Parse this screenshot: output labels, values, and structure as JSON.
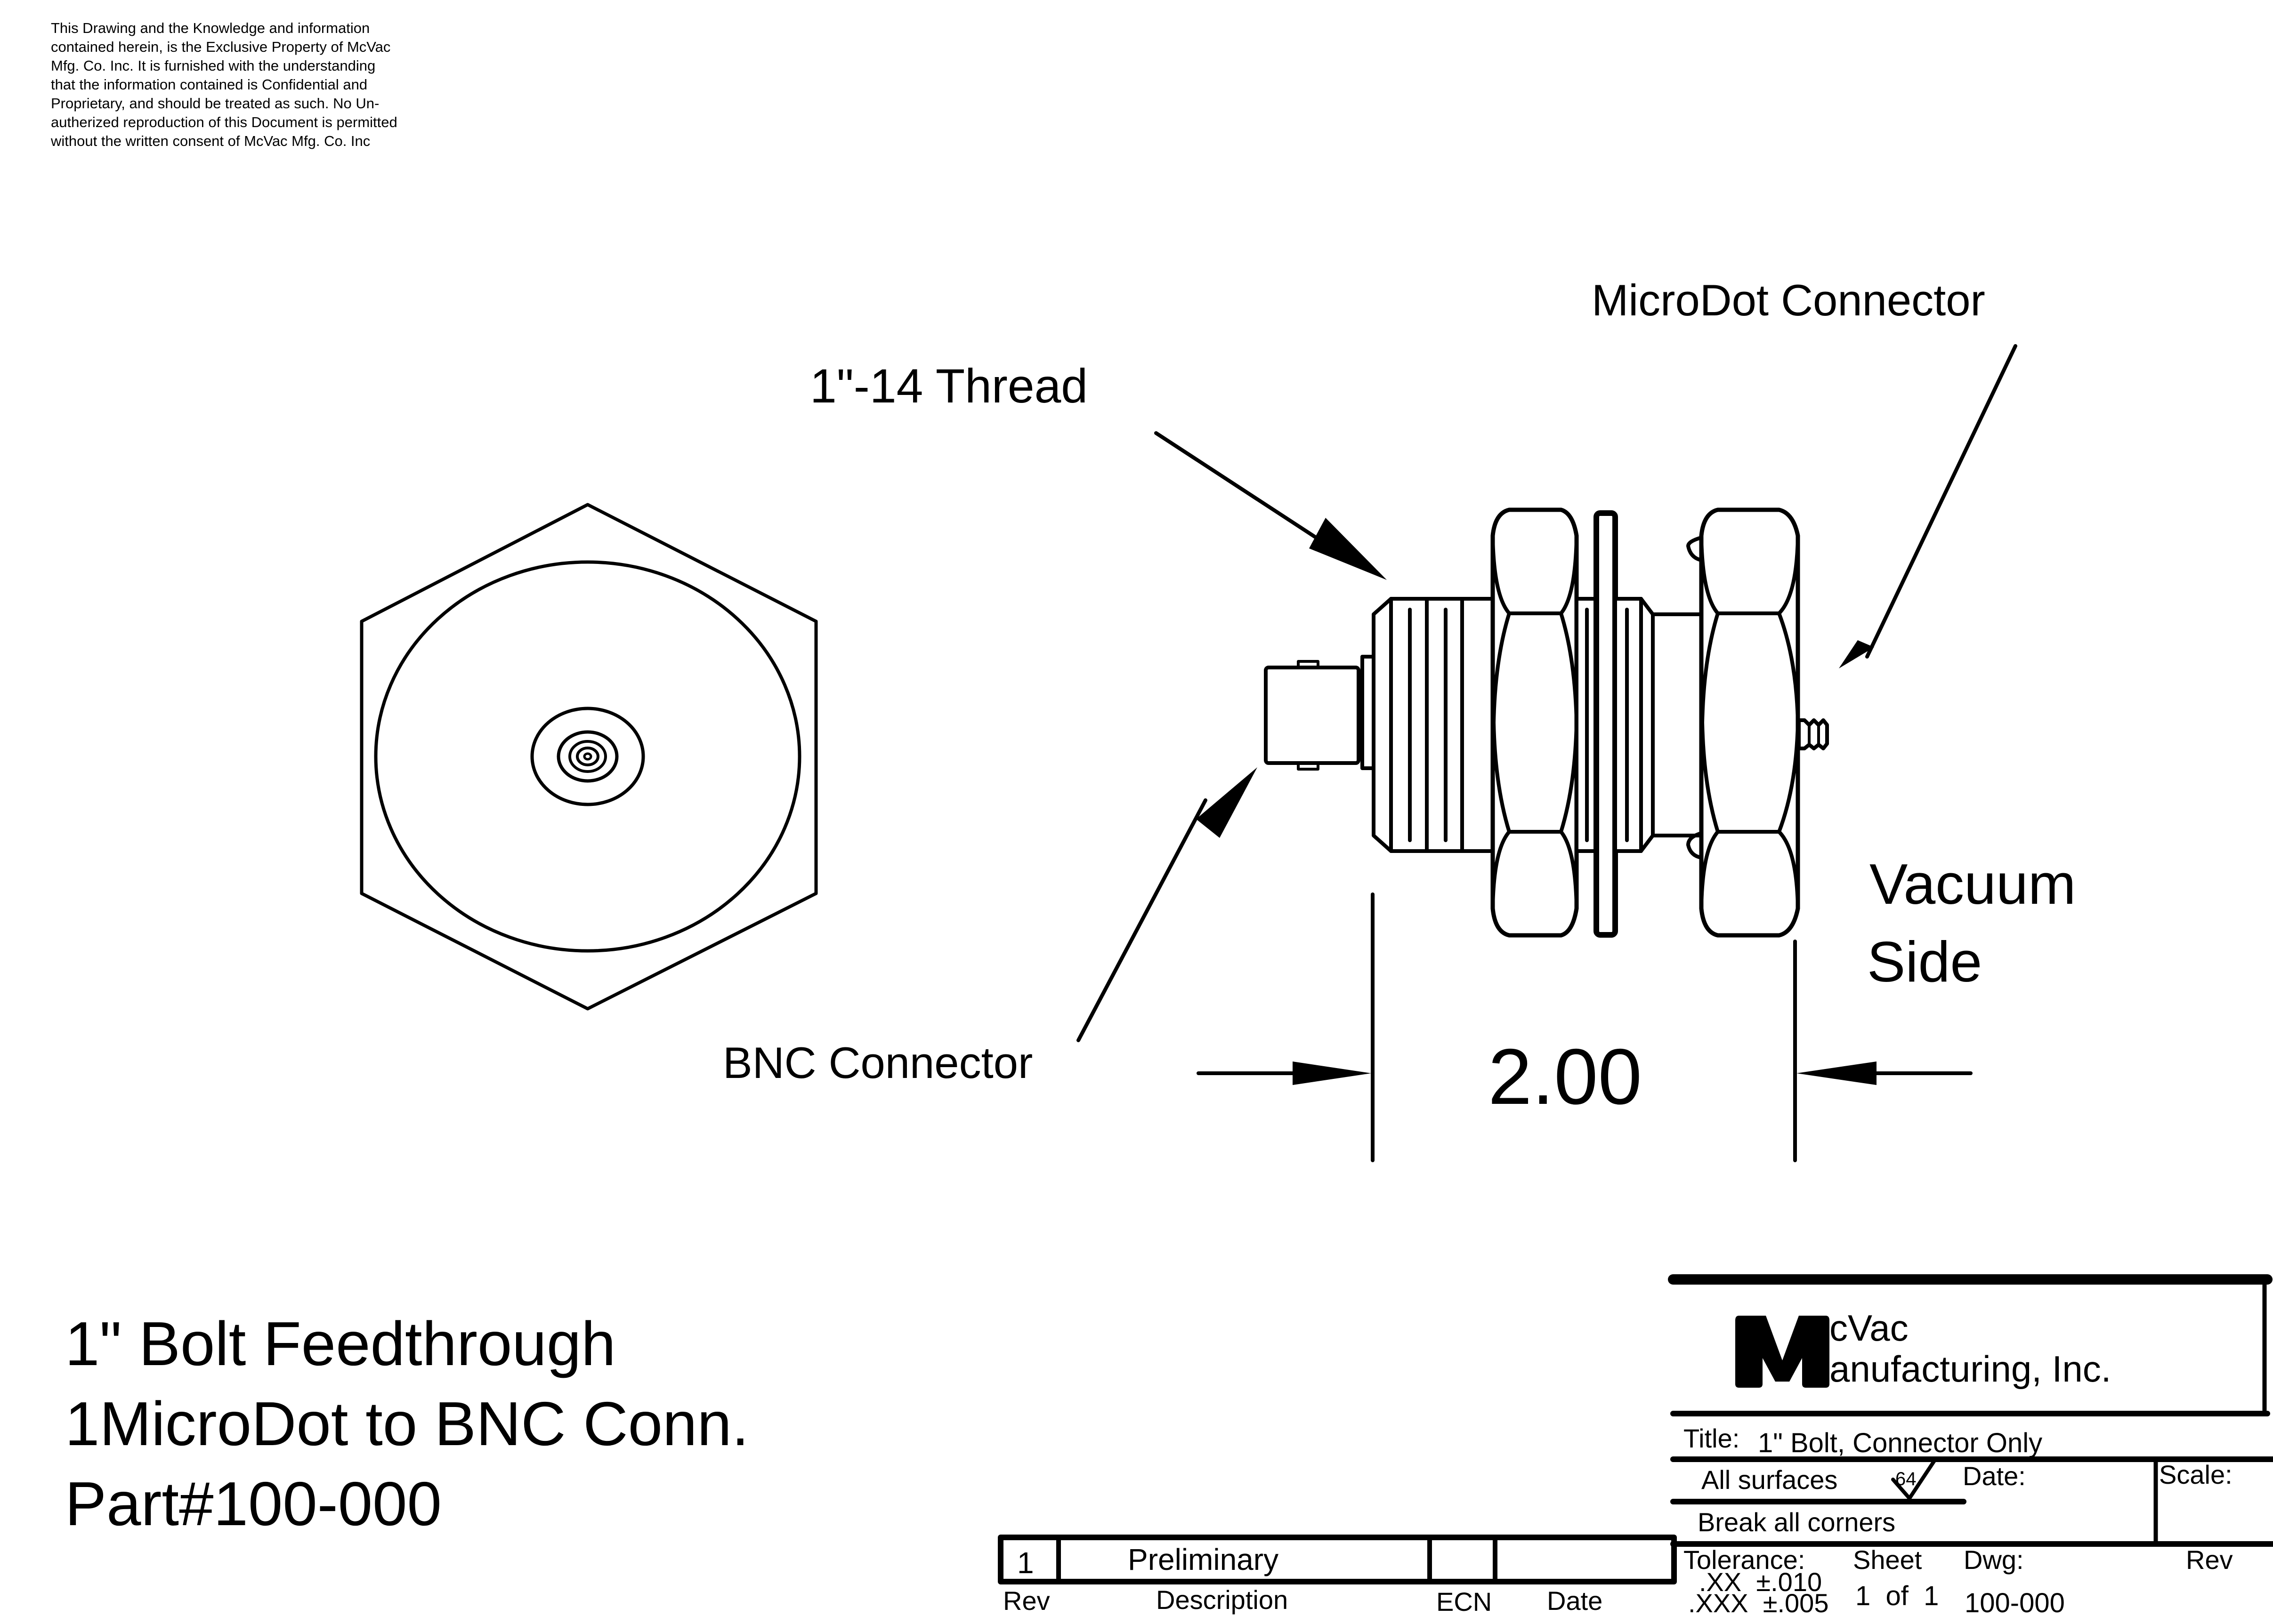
{
  "notice": {
    "lines": [
      "This Drawing and the Knowledge and information",
      "contained herein, is the Exclusive Property of McVac",
      "Mfg. Co. Inc. It is furnished with the understanding",
      "that the information contained is Confidential and",
      "Proprietary, and should be treated as such. No Un-",
      "autherized reproduction of this Document is permitted",
      "without the written consent of McVac Mfg. Co. Inc"
    ]
  },
  "callouts": {
    "thread": "1\"-14 Thread",
    "microdot": "MicroDot Connector",
    "bnc": "BNC Connector",
    "vacuum_line1": "Vacuum",
    "vacuum_line2": "Side"
  },
  "dimension": {
    "value": "2.00"
  },
  "part_description": {
    "line1": "1\" Bolt Feedthrough",
    "line2": "1MicroDot to BNC Conn.",
    "line3": "Part#100-000"
  },
  "title_block": {
    "logo_letter": "M",
    "company_line1": "cVac",
    "company_line2": "anufacturing, Inc.",
    "title_label": "Title:",
    "title_value": "1\" Bolt, Connector Only",
    "surfaces_label": "All surfaces",
    "surface_finish": "64",
    "date_label": "Date:",
    "scale_label": "Scale:",
    "break_corners": "Break all corners",
    "tolerance_label": "Tolerance:",
    "tolerance_xx": ".XX  ±.010",
    "tolerance_xxx": ".XXX  ±.005",
    "sheet_label": "Sheet",
    "sheet_value": "1  of  1",
    "dwg_label": "Dwg:",
    "dwg_value": "100-000",
    "rev_label": "Rev"
  },
  "revision_table": {
    "rows": [
      {
        "rev": "1",
        "description": "Preliminary",
        "ecn": "",
        "date": ""
      }
    ],
    "headers": {
      "rev": "Rev",
      "description": "Description",
      "ecn": "ECN",
      "date": "Date"
    }
  }
}
